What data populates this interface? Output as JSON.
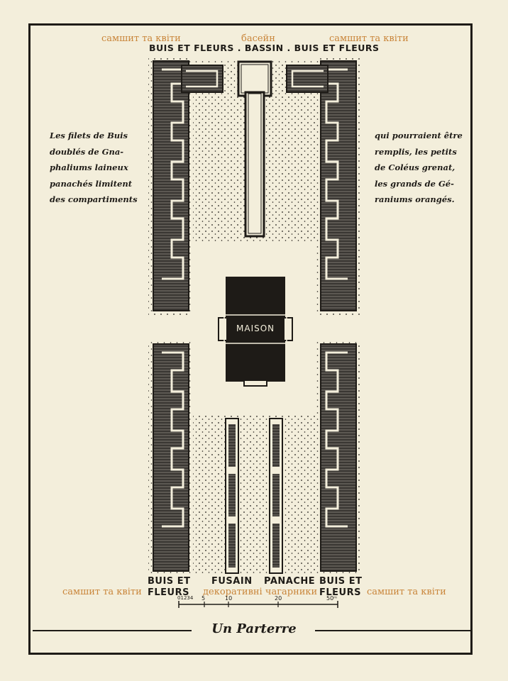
{
  "labels_ua": {
    "top_left": "самшит та квіти",
    "top_center": "басейн",
    "top_right": "самшит та квіти",
    "bottom_left": "самшит та квіти",
    "bottom_center": "декоративні чагарники",
    "bottom_right": "самшит та квіти"
  },
  "labels_fr": {
    "top_line": "BUIS ET FLEURS . BASSIN . BUIS ET FLEURS",
    "bottom_left_1": "BUIS ET",
    "bottom_left_2": "FLEURS",
    "fusain": "FUSAIN",
    "panache": "PANACHE",
    "bottom_right_1": "BUIS ET",
    "bottom_right_2": "FLEURS",
    "maison": "MAISON"
  },
  "note_left": [
    "Les filets de Buis",
    "doublés de Gna-",
    "phaliums laineux",
    "panachés limitent",
    "des compartiments"
  ],
  "note_right": [
    "qui pourraient être",
    "remplis, les petits",
    "de Coléus grenat,",
    "les grands de Gé-",
    "raniums orangés."
  ],
  "scale": {
    "ticks": [
      "0",
      "1",
      "2",
      "3",
      "4",
      "5",
      "10",
      "20",
      "50ᵐ"
    ]
  },
  "title": "Un Parterre",
  "colors": {
    "paper": "#f3eedb",
    "ink": "#1e1b17",
    "ua_text": "#c9853a"
  }
}
